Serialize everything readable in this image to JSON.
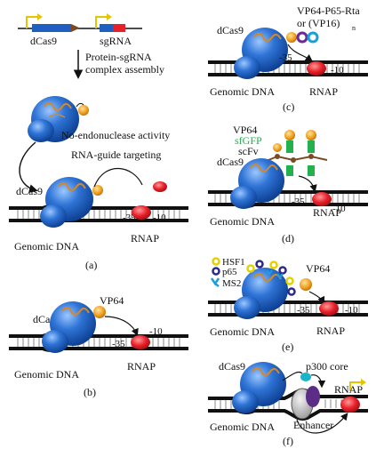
{
  "panel_a": {
    "gene1": "dCas9",
    "gene2": "sgRNA",
    "step1_line1": "Protein-sgRNA",
    "step1_line2": "complex assembly",
    "step2": "No-endonuclease activity",
    "step3": "RNA-guide targeting",
    "protein": "dCas9",
    "minus35": "-35",
    "minus10": "-10",
    "dna": "Genomic DNA",
    "rnap": "RNAP",
    "caption": "(a)"
  },
  "panel_b": {
    "protein": "dCas9",
    "activator": "VP64",
    "minus35": "-35",
    "minus10": "-10",
    "dna": "Genomic DNA",
    "rnap": "RNAP",
    "caption": "(b)"
  },
  "panel_c": {
    "activator_line1": "VP64-P65-Rta",
    "activator_line2": "or (VP16)",
    "subscript": "n",
    "protein": "dCas9",
    "minus35": "-35",
    "minus10": "-10",
    "dna": "Genomic DNA",
    "rnap": "RNAP",
    "caption": "(c)"
  },
  "panel_d": {
    "vp64": "VP64",
    "sfgfp": "sfGFP",
    "scfv": "scFv",
    "protein": "dCas9",
    "minus35": "-35",
    "minus10": "-10",
    "dna": "Genomic DNA",
    "rnap": "RNAP",
    "caption": "(d)"
  },
  "panel_e": {
    "hsf1": "HSF1",
    "p65": "p65",
    "ms2": "MS2",
    "vp64": "VP64",
    "minus35": "-35",
    "minus10": "-10",
    "dna": "Genomic DNA",
    "rnap": "RNAP",
    "caption": "(e)"
  },
  "panel_f": {
    "protein": "dCas9",
    "activator": "p300 core",
    "rnap": "RNAP",
    "dna": "Genomic DNA",
    "enhancer": "Enhancer",
    "caption": "(f)"
  },
  "colors": {
    "cas9_blue": "#1f63c8",
    "rnap_red": "#e8202a",
    "vp64_orange": "#f0a020",
    "sfgfp_green": "#22b14c",
    "dna_black": "#111111",
    "sgrna_orange": "#d0892b"
  }
}
